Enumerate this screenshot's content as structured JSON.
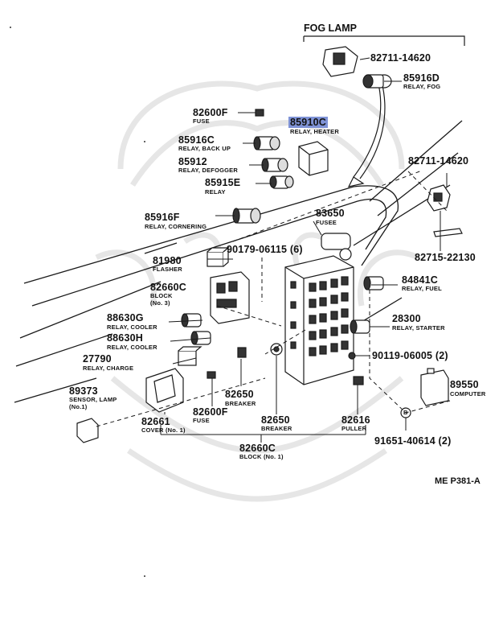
{
  "diagram": {
    "section_title": "FOG LAMP",
    "figure_code": "ME P381-A",
    "circle_mark": "B",
    "colors": {
      "ink": "#1a1a1a",
      "highlight": "#7f93d6",
      "watermark": "#e6e6e6"
    },
    "parts": [
      {
        "id": "p01",
        "number": "82711-14620",
        "desc": ""
      },
      {
        "id": "p02",
        "number": "85916D",
        "desc": "RELAY, FOG"
      },
      {
        "id": "p03",
        "number": "82600F",
        "desc": "FUSE"
      },
      {
        "id": "p04",
        "number": "85910C",
        "desc": "RELAY, HEATER",
        "highlighted": true
      },
      {
        "id": "p05",
        "number": "85916C",
        "desc": "RELAY, BACK UP"
      },
      {
        "id": "p06",
        "number": "85912",
        "desc": "RELAY, DEFOGGER"
      },
      {
        "id": "p07",
        "number": "85915E",
        "desc": "RELAY"
      },
      {
        "id": "p08",
        "number": "82711-14620",
        "desc": ""
      },
      {
        "id": "p09",
        "number": "85916F",
        "desc": "RELAY, CORNERING"
      },
      {
        "id": "p10",
        "number": "83650",
        "desc": "FUSEE"
      },
      {
        "id": "p11",
        "number": "90179-06115 (6)",
        "desc": ""
      },
      {
        "id": "p12",
        "number": "82715-22130",
        "desc": ""
      },
      {
        "id": "p13",
        "number": "81980",
        "desc": "FLASHER"
      },
      {
        "id": "p14",
        "number": "82660C",
        "desc": "BLOCK"
      },
      {
        "id": "p15",
        "number": "84841C",
        "desc": "RELAY, FUEL"
      },
      {
        "id": "p16",
        "number": "88630G",
        "desc": "RELAY, COOLER"
      },
      {
        "id": "p17",
        "number": "28300",
        "desc": "RELAY, STARTER"
      },
      {
        "id": "p18",
        "number": "88630H",
        "desc": "RELAY, COOLER"
      },
      {
        "id": "p19",
        "number": "90119-06005 (2)",
        "desc": ""
      },
      {
        "id": "p20",
        "number": "27790",
        "desc": "RELAY, CHARGE"
      },
      {
        "id": "p21",
        "number": "89373",
        "desc": "SENSOR, LAMP"
      },
      {
        "id": "p22",
        "number": "89550",
        "desc": "COMPUTER"
      },
      {
        "id": "p23",
        "number": "82650",
        "desc": "BREAKER"
      },
      {
        "id": "p24",
        "number": "82600F",
        "desc": "FUSE"
      },
      {
        "id": "p25",
        "number": "82661",
        "desc": "COVER (No. 1)"
      },
      {
        "id": "p26",
        "number": "82650",
        "desc": "BREAKER"
      },
      {
        "id": "p27",
        "number": "82616",
        "desc": "PULLER"
      },
      {
        "id": "p28",
        "number": "91651-40614 (2)",
        "desc": ""
      },
      {
        "id": "p29",
        "number": "82660C",
        "desc": "BLOCK (No. 1)"
      }
    ],
    "extra_notes": {
      "block_no3": "(No. 3)",
      "sensor_no1": "(No.1)"
    }
  }
}
